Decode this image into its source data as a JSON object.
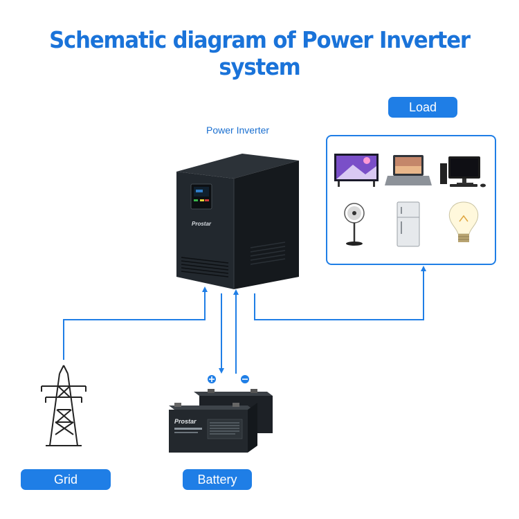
{
  "title": "Schematic diagram of Power Inverter system",
  "labels": {
    "inverter": "Power Inverter",
    "load": "Load",
    "grid": "Grid",
    "battery": "Battery"
  },
  "brand": "Prostar",
  "colors": {
    "accent": "#1f7ee6",
    "title": "#1a73d9",
    "device": "#1e2329"
  },
  "load_items": [
    "tv-icon",
    "laptop-icon",
    "desktop-computer-icon",
    "fan-icon",
    "fridge-icon",
    "light-bulb-icon"
  ],
  "terminals": [
    "positive-terminal-icon",
    "negative-terminal-icon"
  ]
}
